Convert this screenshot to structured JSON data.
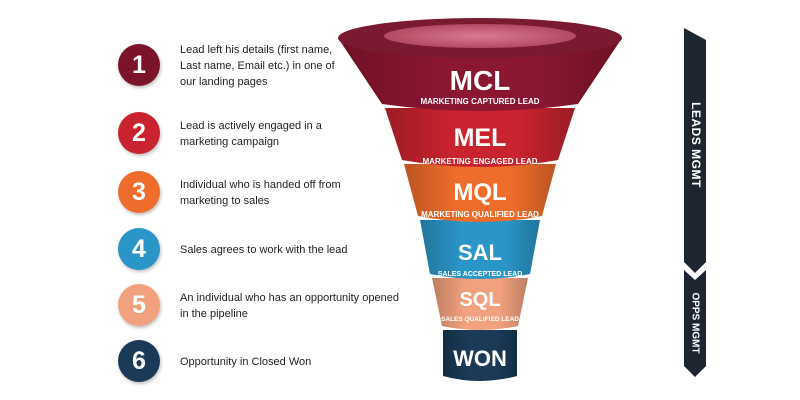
{
  "steps": [
    {
      "number": "1",
      "text": "Lead left his details (first name,\nLast name, Email etc.) in one of\nour landing pages",
      "color": "#7b1428"
    },
    {
      "number": "2",
      "text": "Lead is actively engaged in a\nmarketing campaign",
      "color": "#c8232f"
    },
    {
      "number": "3",
      "text": "Individual who is handed off from\nmarketing to sales",
      "color": "#ee6d2d"
    },
    {
      "number": "4",
      "text": "Sales agrees to work with the lead",
      "color": "#2a96c8"
    },
    {
      "number": "5",
      "text": "An individual who has an opportunity opened\nin the pipeline",
      "color": "#f2a17e"
    },
    {
      "number": "6",
      "text": "Opportunity in Closed Won",
      "color": "#1b3a57"
    }
  ],
  "funnel": [
    {
      "code": "MCL",
      "label": "MARKETING CAPTURED LEAD",
      "color": "#8b1630"
    },
    {
      "code": "MEL",
      "label": "MARKETING ENGAGED LEAD",
      "color": "#c8232f"
    },
    {
      "code": "MQL",
      "label": "MARKETING QUALIFIED LEAD",
      "color": "#ef6d2b"
    },
    {
      "code": "SAL",
      "label": "SALES ACCEPTED LEAD",
      "color": "#2a96c8"
    },
    {
      "code": "SQL",
      "label": "SALES QUALIFIED LEAD",
      "color": "#f2a17e"
    },
    {
      "code": "WON",
      "label": "",
      "color": "#1b3a57"
    }
  ],
  "side_labels": {
    "leads": "LEADS MGMT",
    "opps": "OPPS MGMT",
    "color": "#1d2530"
  }
}
